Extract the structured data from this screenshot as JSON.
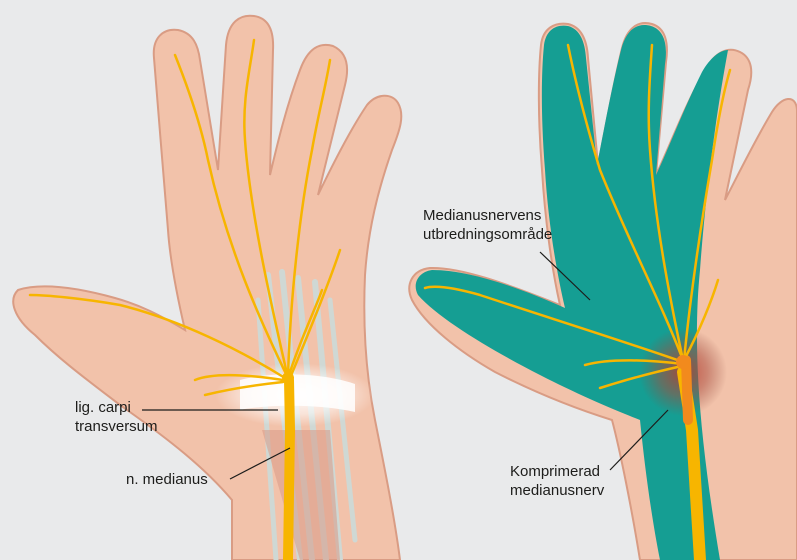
{
  "labels": {
    "ligament": [
      "lig. carpi",
      "transversum"
    ],
    "nerve": "n. medianus",
    "area": [
      "Medianusnervens",
      "utbredningsområde"
    ],
    "compressed": [
      "Komprimerad",
      "medianusnerv"
    ]
  },
  "colors": {
    "background": "#e9eaeb",
    "skin": "#f2c2aa",
    "skin_outline": "#d99c84",
    "nerve": "#f7b500",
    "nerve_outline": "#d98a00",
    "area": "#159e93",
    "tendon": "#cfd8d4",
    "compression": "#d95d3b"
  }
}
